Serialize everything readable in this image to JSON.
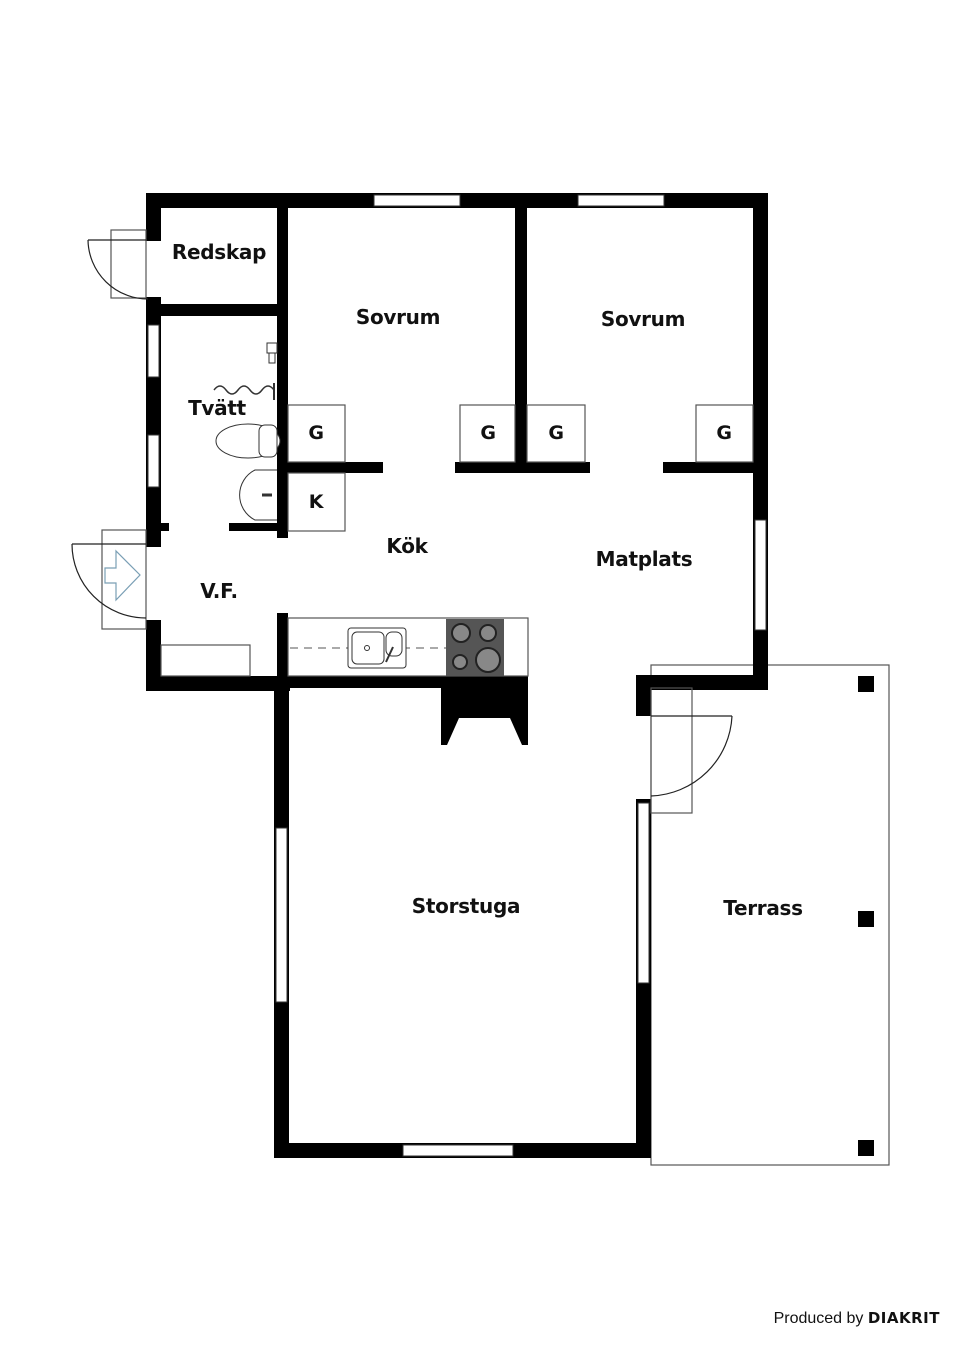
{
  "rooms": {
    "redskap": "Redskap",
    "sovrum_1": "Sovrum",
    "sovrum_2": "Sovrum",
    "tvatt": "Tvätt",
    "kok": "Kök",
    "matplats": "Matplats",
    "vf": "V.F.",
    "storstuga": "Storstuga",
    "terrass": "Terrass"
  },
  "closets": {
    "g1": "G",
    "g2": "G",
    "g3": "G",
    "g4": "G",
    "k1": "K"
  },
  "credit": {
    "prefix": "Produced by",
    "brand": "DIAKRIT"
  },
  "colors": {
    "wall": "#000000",
    "entrance_arrow": "#7a9fb5",
    "stove": "#555555"
  }
}
